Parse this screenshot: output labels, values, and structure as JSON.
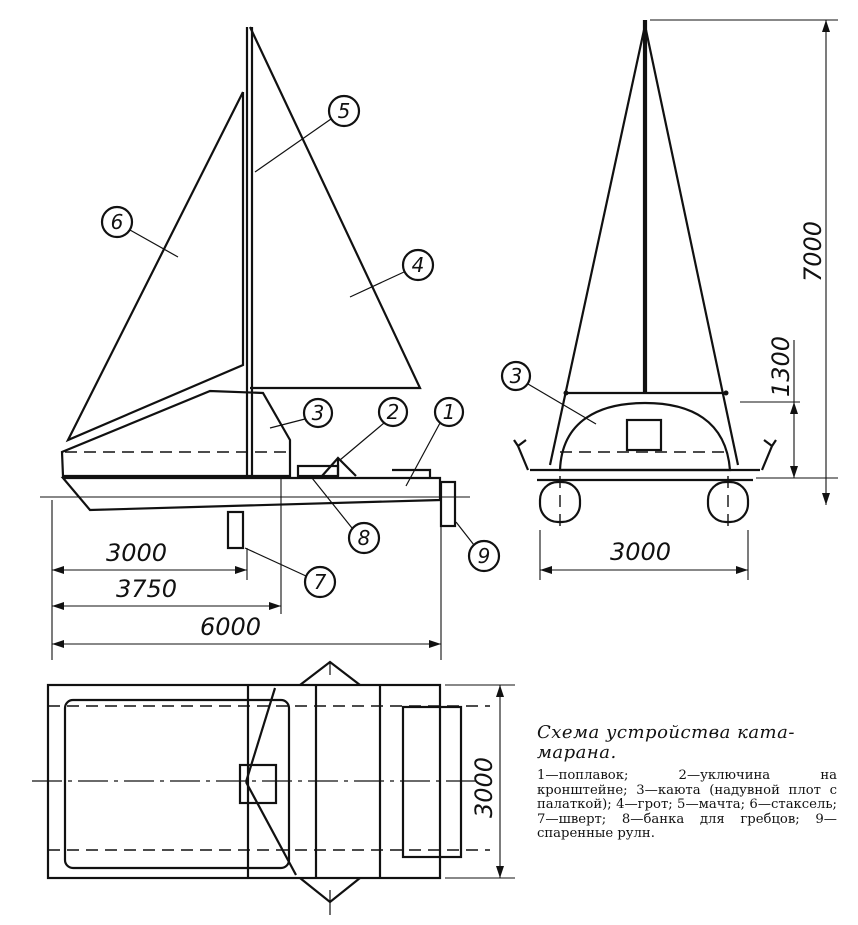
{
  "caption": {
    "title": "Схема устройства ката-марана.",
    "legend": "1—поплавок; 2—уключина на кронштейне; 3—каюта (надувной плот с палаткой); 4—грот; 5—мачта; 6—стаксель; 7—шверт; 8—банка для гребцов; 9—спаренные рулн."
  },
  "callouts": [
    "1",
    "2",
    "3",
    "4",
    "5",
    "6",
    "7",
    "8",
    "9"
  ],
  "front_callout": "3",
  "dimensions": {
    "d3000_side": "3000",
    "d3750": "3750",
    "d6000": "6000",
    "d3000_front": "3000",
    "d7000": "7000",
    "d1300": "1300",
    "d3000_plan": "3000"
  }
}
